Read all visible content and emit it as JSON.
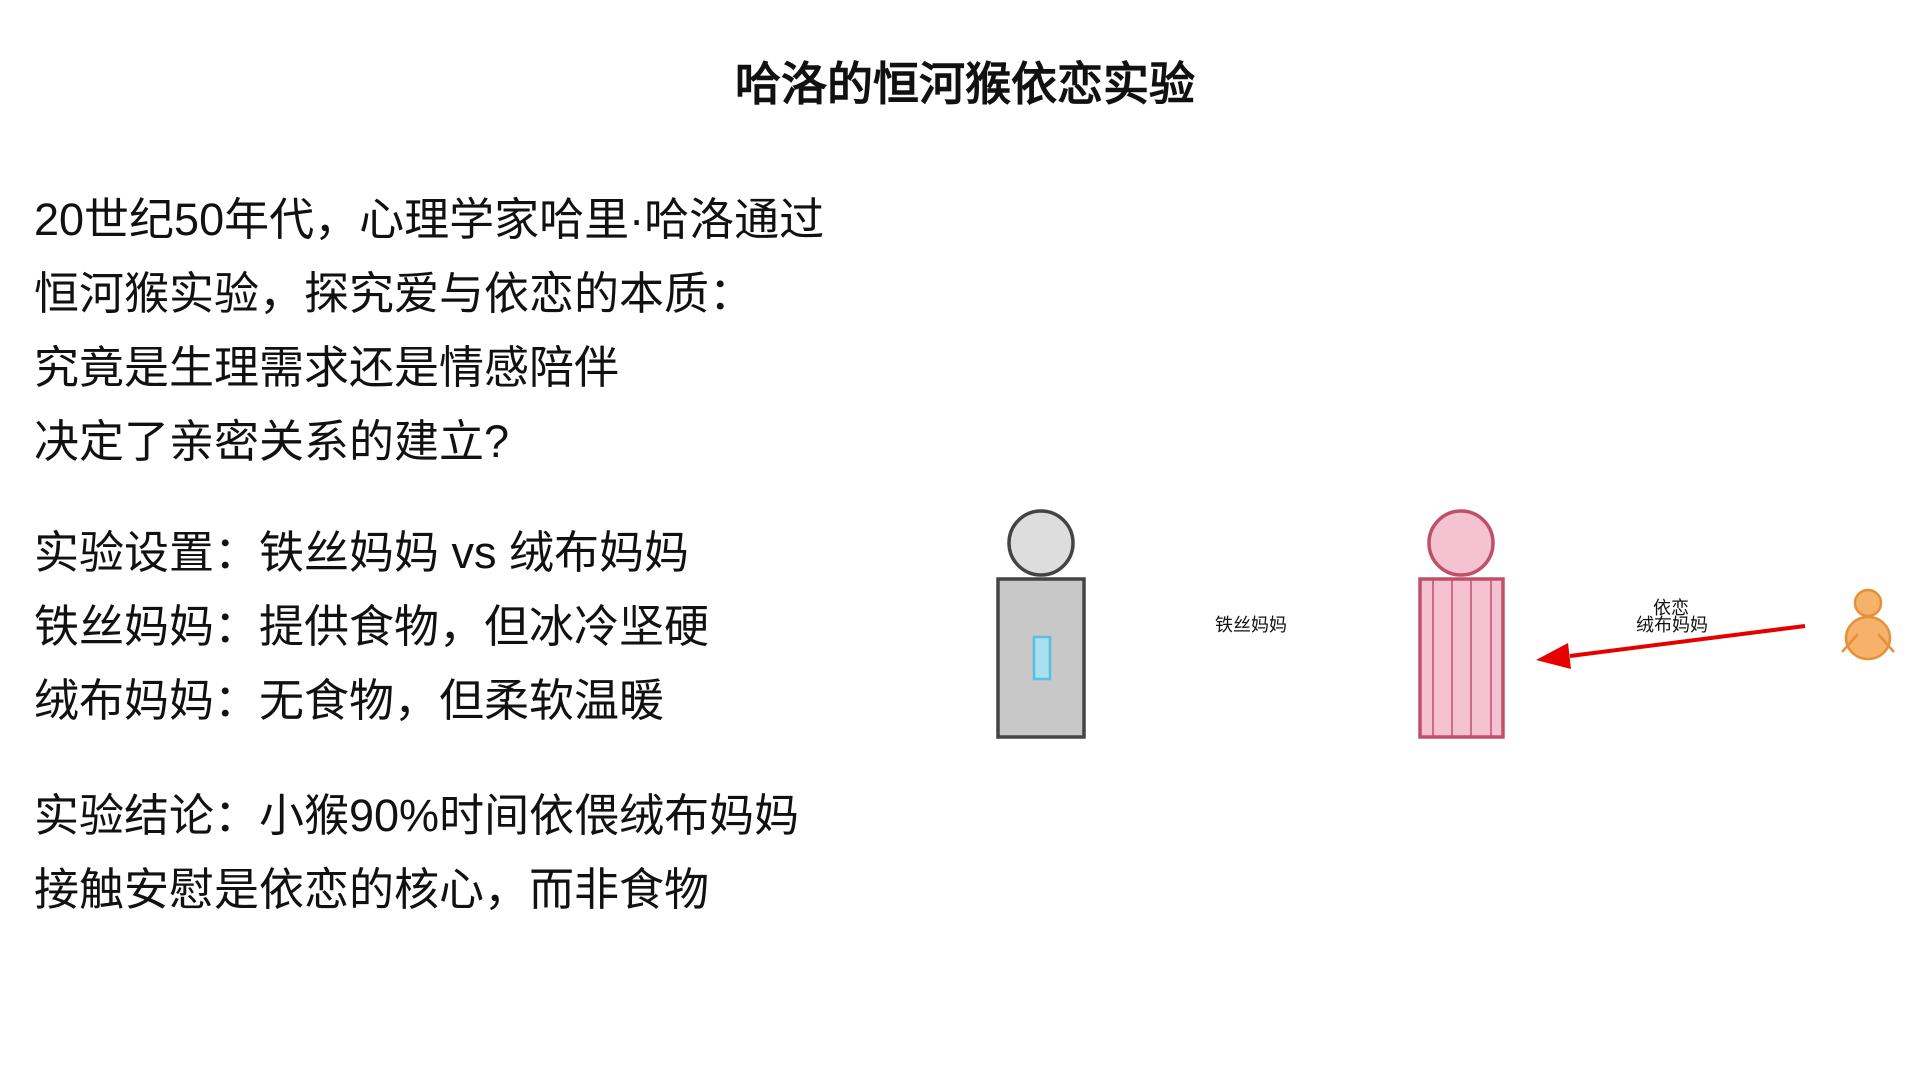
{
  "title": "哈洛的恒河猴依恋实验",
  "intro": {
    "lines": [
      "20世纪50年代，心理学家哈里·哈洛通过",
      "恒河猴实验，探究爱与依恋的本质：",
      "究竟是生理需求还是情感陪伴",
      "决定了亲密关系的建立?"
    ]
  },
  "setup": {
    "lines": [
      "实验设置：铁丝妈妈 vs 绒布妈妈",
      "铁丝妈妈：提供食物，但冰冷坚硬",
      "绒布妈妈：无食物，但柔软温暖"
    ]
  },
  "conclusion": {
    "lines": [
      "实验结论：小猴90%时间依偎绒布妈妈",
      "接触安慰是依恋的核心，而非食物"
    ]
  },
  "diagram": {
    "wire_mother_label": "铁丝妈妈",
    "arrow_label": "依恋",
    "cloth_mother_label": "绒布妈妈"
  },
  "colors": {
    "wire_mother_fill": "#c8c8c8",
    "wire_mother_stroke": "#444444",
    "bottle": "#5bc0de",
    "cloth_mother_fill": "#f4c2d0",
    "cloth_mother_stroke": "#c0506a",
    "arrow": "#e60000",
    "baby_fill": "#f6b26b",
    "baby_stroke": "#e69138"
  }
}
